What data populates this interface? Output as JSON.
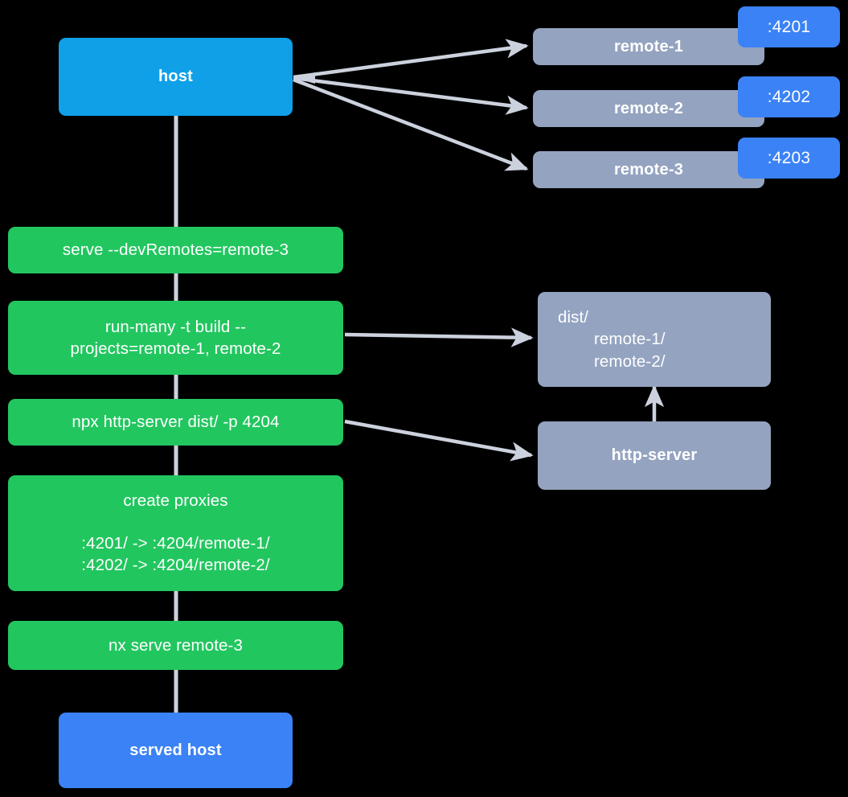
{
  "background_color": "#000000",
  "colors": {
    "host": "#0fa0e8",
    "served_host": "#3b82f6",
    "command": "#22c65f",
    "remote": "#94a3c0",
    "port_badge": "#3b82f6",
    "edge": "#ccd2dd",
    "text": "#ffffff"
  },
  "nodes": {
    "host": {
      "label": "host"
    },
    "served_host": {
      "label": "served host"
    },
    "remotes": [
      {
        "label": "remote-1",
        "port": ":4201"
      },
      {
        "label": "remote-2",
        "port": ":4202"
      },
      {
        "label": "remote-3",
        "port": ":4203"
      }
    ],
    "commands": [
      {
        "label": "serve --devRemotes=remote-3"
      },
      {
        "line1": "run-many -t build --",
        "line2": "projects=remote-1, remote-2"
      },
      {
        "label": "npx http-server dist/ -p 4204"
      },
      {
        "title": "create proxies",
        "line1": ":4201/ -> :4204/remote-1/",
        "line2": ":4202/ -> :4204/remote-2/"
      },
      {
        "label": "nx serve remote-3"
      }
    ],
    "dist": {
      "line1": "dist/",
      "line2": "remote-1/",
      "line3": "remote-2/"
    },
    "http_server": {
      "label": "http-server"
    }
  },
  "edges": [
    {
      "from": "host",
      "to": "remote-1"
    },
    {
      "from": "host",
      "to": "remote-2"
    },
    {
      "from": "host",
      "to": "remote-3"
    },
    {
      "from": "host",
      "to": "serve-devremotes-command"
    },
    {
      "from": "serve-devremotes-command",
      "to": "run-many-command"
    },
    {
      "from": "run-many-command",
      "to": "dist"
    },
    {
      "from": "run-many-command",
      "to": "npx-http-server-command"
    },
    {
      "from": "npx-http-server-command",
      "to": "http-server"
    },
    {
      "from": "npx-http-server-command",
      "to": "create-proxies-command"
    },
    {
      "from": "http-server",
      "to": "dist"
    },
    {
      "from": "create-proxies-command",
      "to": "nx-serve-remote-3-command"
    },
    {
      "from": "nx-serve-remote-3-command",
      "to": "served-host"
    }
  ]
}
